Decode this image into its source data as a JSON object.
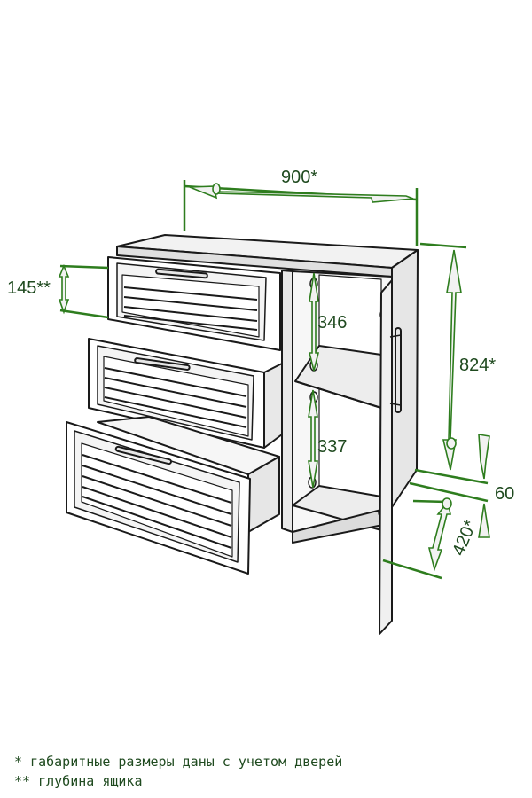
{
  "dimensions": {
    "width": "900*",
    "drawer_depth": "145**",
    "height": "824*",
    "upper_shelf": "346",
    "lower_shelf": "337",
    "plinth": "60",
    "depth": "420*"
  },
  "notes": {
    "line1": "* габаритные размеры даны с учетом дверей",
    "line2": "** глубина ящика"
  },
  "colors": {
    "dimension": "#2e7d1e",
    "text": "#1f4a1f",
    "outline": "#1a1a1a"
  }
}
